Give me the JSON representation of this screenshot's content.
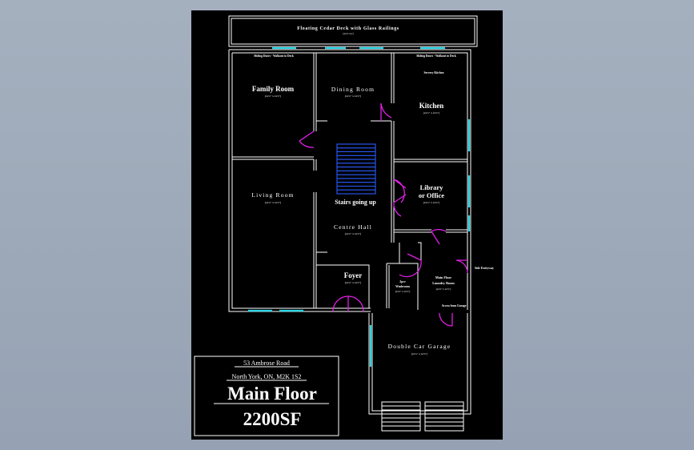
{
  "plan": {
    "deck": {
      "label": "Floating Cedar Deck with Glass Railings",
      "dims": "(xx'x xx')"
    },
    "notes": {
      "sliding_left": "Sliding Doors - Walkout to Deck",
      "sliding_right": "Sliding Doors - Walkout to Deck",
      "servery": "Servery Kitchen",
      "side_entry": "Side Entryway",
      "garage_access": "Access from Garage"
    },
    "rooms": {
      "family": {
        "name": "Family Room",
        "dims": "(xx'x\" x xx'x\")"
      },
      "dining": {
        "name": "Dining Room",
        "dims": "(xx'x\" x xx'x\")"
      },
      "kitchen": {
        "name": "Kitchen",
        "dims": "(xx'x\" x xx'x\")"
      },
      "living": {
        "name": "Living Room",
        "dims": "(xx'x\" x xx'x\")"
      },
      "stairs": {
        "name": "Stairs going up"
      },
      "library_line1": "Library",
      "library_line2": "or Office",
      "library_dims": "(xx'x\" x xx'x\")",
      "centre_hall": {
        "name": "Centre Hall",
        "dims": "(xx'x\" x xx'x\")"
      },
      "foyer": {
        "name": "Foyer",
        "dims": "(xx'x\" x xx'x\")"
      },
      "washroom_line1": "2pce",
      "washroom_line2": "Washroom",
      "washroom_dims": "(xx'x\" x xx'x\")",
      "laundry_line1": "Main Floor",
      "laundry_line2": "Laundry Room",
      "laundry_dims": "(xx'x\" x xx'x\")",
      "garage": {
        "name": "Double Car Garage",
        "dims": "(xx'x\" x xx'x\")"
      }
    }
  },
  "titleblock": {
    "address": "53 Ambrose Road",
    "city": "North York, ON, M2K 1S2",
    "floor": "Main Floor",
    "area": "2200SF"
  },
  "colors": {
    "background": "#000000",
    "walls": "#ffffff",
    "windows": "#29d6e6",
    "doors": "#e11fe6",
    "stairs": "#2a5cff"
  }
}
